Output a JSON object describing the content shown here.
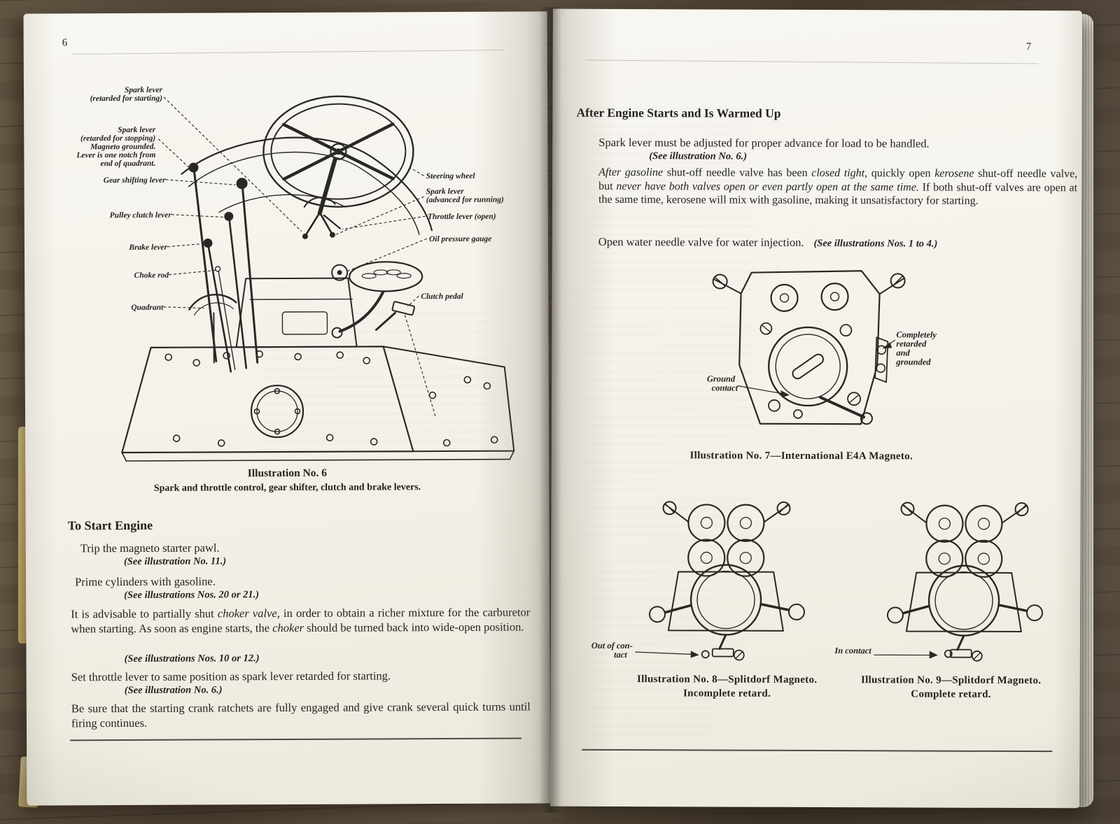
{
  "book": {
    "left_page_number": "6",
    "right_page_number": "7"
  },
  "left_page": {
    "ill6": {
      "labels": {
        "l1a": "Spark lever",
        "l1b": "(retarded for starting)",
        "l2a": "Spark lever",
        "l2b": "(retarded for stopping)",
        "l2c": "Magneto grounded.",
        "l2d": "Lever is one notch from",
        "l2e": "end of quadrant.",
        "gear": "Gear shifting lever",
        "pulley": "Pulley clutch lever",
        "brake": "Brake lever",
        "choke": "Choke rod",
        "quadrant": "Quadrant",
        "steering": "Steering wheel",
        "spark_run_a": "Spark lever",
        "spark_run_b": "(advanced for running)",
        "throttle": "Throttle lever (open)",
        "oil": "Oil pressure gauge",
        "clutch_pedal": "Clutch pedal"
      },
      "caption_title": "Illustration No. 6",
      "caption_sub": "Spark and throttle control, gear shifter, clutch and brake levers."
    },
    "section_heading": "To Start Engine",
    "p1": "Trip the magneto starter pawl.",
    "p1_ref": "(See illustration No. 11.)",
    "p2": "Prime cylinders with gasoline.",
    "p2_ref": "(See illustrations Nos. 20 or 21.)",
    "p3_seg0": "It is advisable to partially shut ",
    "p3_seg1": "choker valve",
    "p3_seg2": ", in order to obtain a richer mixture for the carburetor when starting.  As soon as engine starts, the ",
    "p3_seg3": "choker",
    "p3_seg4": " should be turned back into wide-open position.",
    "p3_ref": "(See illustrations Nos. 10 or 12.)",
    "p4": "Set throttle lever to same position as spark lever retarded for starting.",
    "p4_ref": "(See illustration No. 6.)",
    "p5": "Be sure that the starting crank ratchets are fully engaged and give crank several quick turns until firing continues."
  },
  "right_page": {
    "heading": "After Engine Starts and Is Warmed Up",
    "p1": "Spark lever must be adjusted for proper advance for load to be handled.",
    "p1_ref": "(See illustration No. 6.)",
    "p2_seg0": "After gasoline",
    "p2_seg1": " shut-off needle valve has been ",
    "p2_seg2": "closed tight",
    "p2_seg3": ", quickly open ",
    "p2_seg4": "kerosene",
    "p2_seg5": " shut-off needle valve, but ",
    "p2_seg6": "never have both valves open or even partly open at the same time.",
    "p2_seg7": "  If both shut-off valves are open at the same time, kerosene will mix with gasoline, making it unsatisfactory for starting.",
    "p3": "Open water needle valve for water injection.",
    "p3_ref": "(See illustrations Nos. 1 to 4.)",
    "ill7": {
      "label_ground_1": "Ground",
      "label_ground_2": "contact",
      "label_retarded_1": "Completely",
      "label_retarded_2": "retarded",
      "label_retarded_3": "and",
      "label_retarded_4": "grounded",
      "caption": "Illustration No. 7—International E4A Magneto."
    },
    "ill8": {
      "label_line1": "Out of con-",
      "label_line2": "tact",
      "caption_line1": "Illustration No. 8—Splitdorf Magneto.",
      "caption_line2": "Incomplete retard."
    },
    "ill9": {
      "label": "In contact",
      "caption_line1": "Illustration No. 9—Splitdorf Magneto.",
      "caption_line2": "Complete retard."
    }
  }
}
